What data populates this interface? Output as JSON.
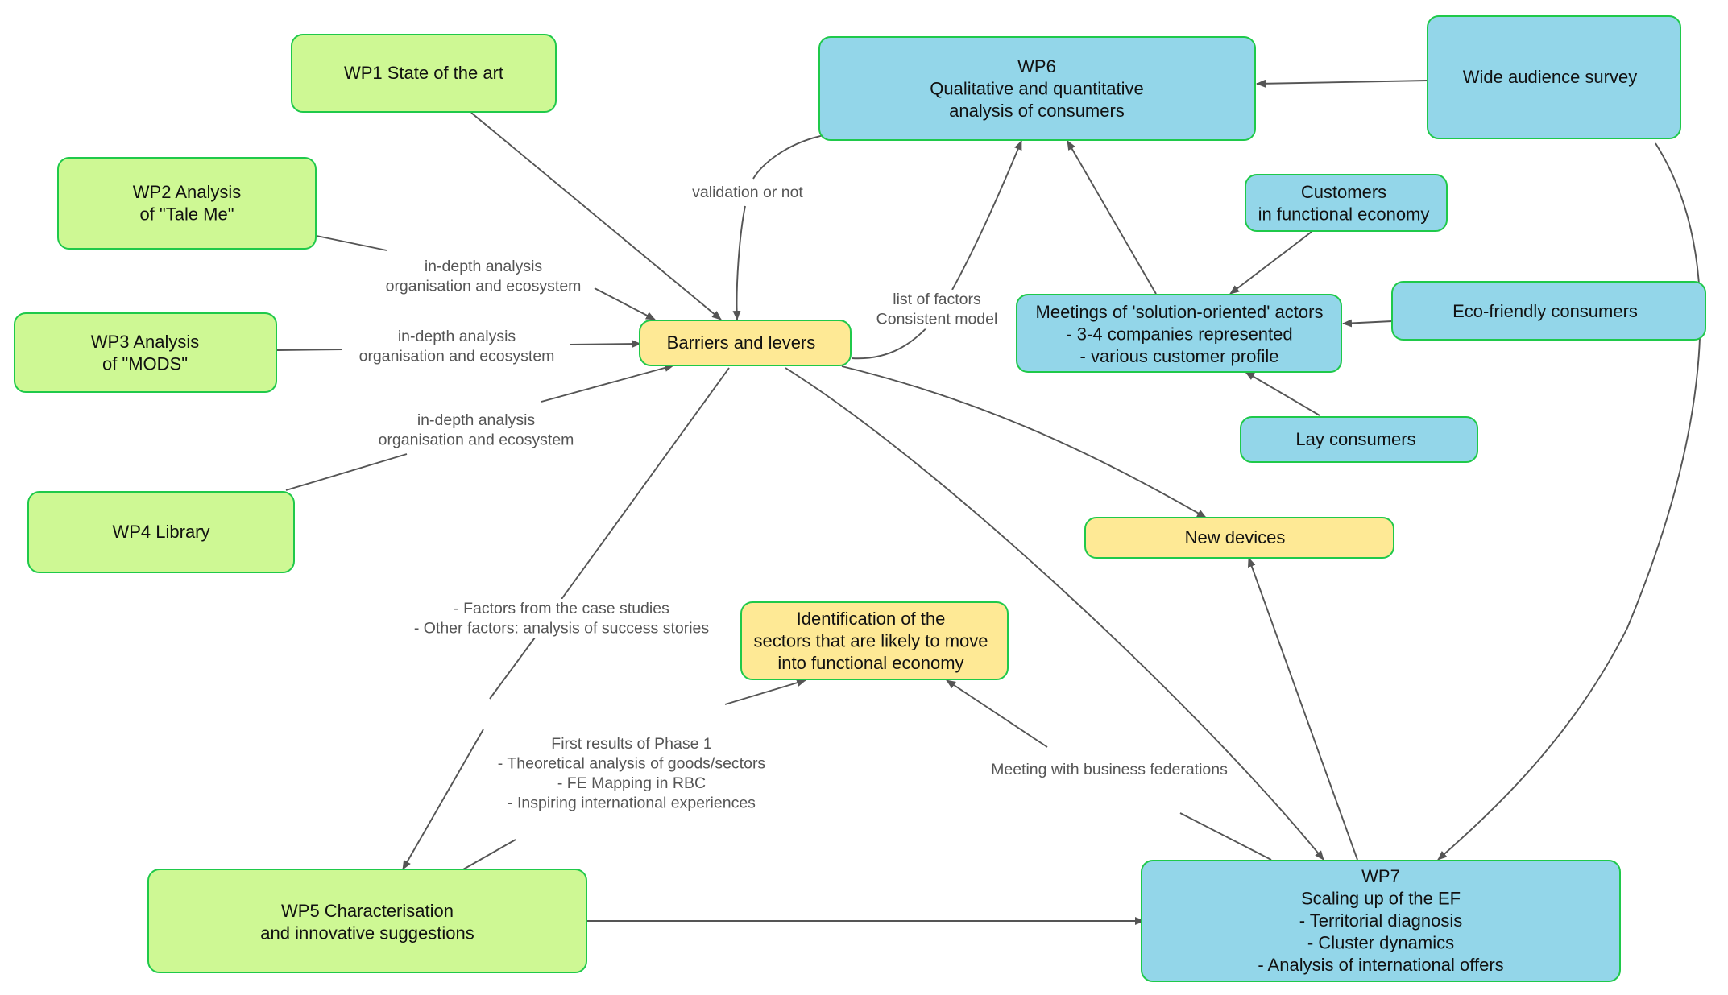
{
  "colors": {
    "green_fill": "#cef894",
    "blue_fill": "#93d6e9",
    "yellow_fill": "#fee995",
    "border": "#1fc94a",
    "edge": "#555555"
  },
  "nodes": {
    "wp1": {
      "lines": [
        "WP1 State of the art"
      ]
    },
    "wp2": {
      "lines": [
        "WP2 Analysis",
        "of \"Tale Me\""
      ]
    },
    "wp3": {
      "lines": [
        "WP3 Analysis",
        "of \"MODS\""
      ]
    },
    "wp4": {
      "lines": [
        "WP4 Library"
      ]
    },
    "wp5": {
      "lines": [
        "WP5 Characterisation",
        "and innovative suggestions"
      ]
    },
    "wp6": {
      "lines": [
        "WP6",
        "Qualitative and quantitative",
        "analysis of consumers"
      ]
    },
    "wp7": {
      "lines": [
        "WP7",
        "Scaling up of the EF",
        "- Territorial diagnosis",
        "- Cluster dynamics",
        "- Analysis of international offers"
      ]
    },
    "survey": {
      "lines": [
        "Wide audience survey"
      ]
    },
    "customers": {
      "lines": [
        "Customers",
        "in functional economy"
      ]
    },
    "meetings": {
      "lines": [
        "Meetings of 'solution-oriented' actors",
        "- 3-4 companies represented",
        "- various customer profile"
      ]
    },
    "eco": {
      "lines": [
        "Eco-friendly consumers"
      ]
    },
    "lay": {
      "lines": [
        "Lay consumers"
      ]
    },
    "barriers": {
      "lines": [
        "Barriers and levers"
      ]
    },
    "devices": {
      "lines": [
        "New devices"
      ]
    },
    "sectors": {
      "lines": [
        "Identification of the",
        "sectors that are likely to move",
        "into functional economy"
      ]
    }
  },
  "edge_labels": {
    "validation": {
      "lines": [
        "validation or not"
      ]
    },
    "wp2_barriers": {
      "lines": [
        "in-depth analysis",
        "organisation and ecosystem"
      ]
    },
    "wp3_barriers": {
      "lines": [
        "in-depth analysis",
        "organisation and ecosystem"
      ]
    },
    "wp4_barriers": {
      "lines": [
        "in-depth analysis",
        "organisation and ecosystem"
      ]
    },
    "factors_list": {
      "lines": [
        "list of factors",
        "Consistent model"
      ]
    },
    "case_studies": {
      "lines": [
        "- Factors from the case studies",
        "- Other factors: analysis of success stories"
      ]
    },
    "phase1": {
      "lines": [
        "First results of Phase 1",
        "- Theoretical analysis of goods/sectors",
        "- FE Mapping in RBC",
        "- Inspiring international experiences"
      ]
    },
    "federations": {
      "lines": [
        "Meeting with business federations"
      ]
    }
  }
}
